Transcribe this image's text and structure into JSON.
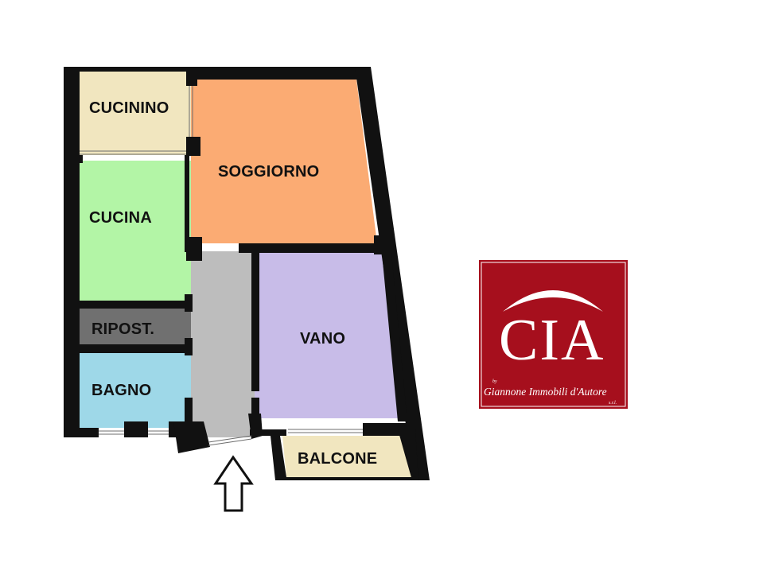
{
  "rooms": {
    "cucinino": "CUCININO",
    "soggiorno": "SOGGIORNO",
    "cucina": "CUCINA",
    "ripostiglio": "RIPOST.",
    "vano": "VANO",
    "bagno": "BAGNO",
    "balcone": "BALCONE"
  },
  "logo": {
    "brand": "CIA",
    "by": "by",
    "company": "Giannone Immobili d'Autore",
    "suffix": "s.r.l."
  },
  "colors": {
    "wall": "#111111",
    "cucinino": "#f1e6bf",
    "soggiorno": "#fbab73",
    "cucina": "#b3f5a6",
    "ripostiglio": "#707070",
    "corridoio": "#bdbdbd",
    "vano": "#c8bce8",
    "bagno": "#9ed8e8",
    "balcone": "#f1e6bf",
    "logo_background": "#a60f1d",
    "logo_text": "#ffffff"
  },
  "icons": {
    "entrance": "up-arrow-outline-icon"
  }
}
